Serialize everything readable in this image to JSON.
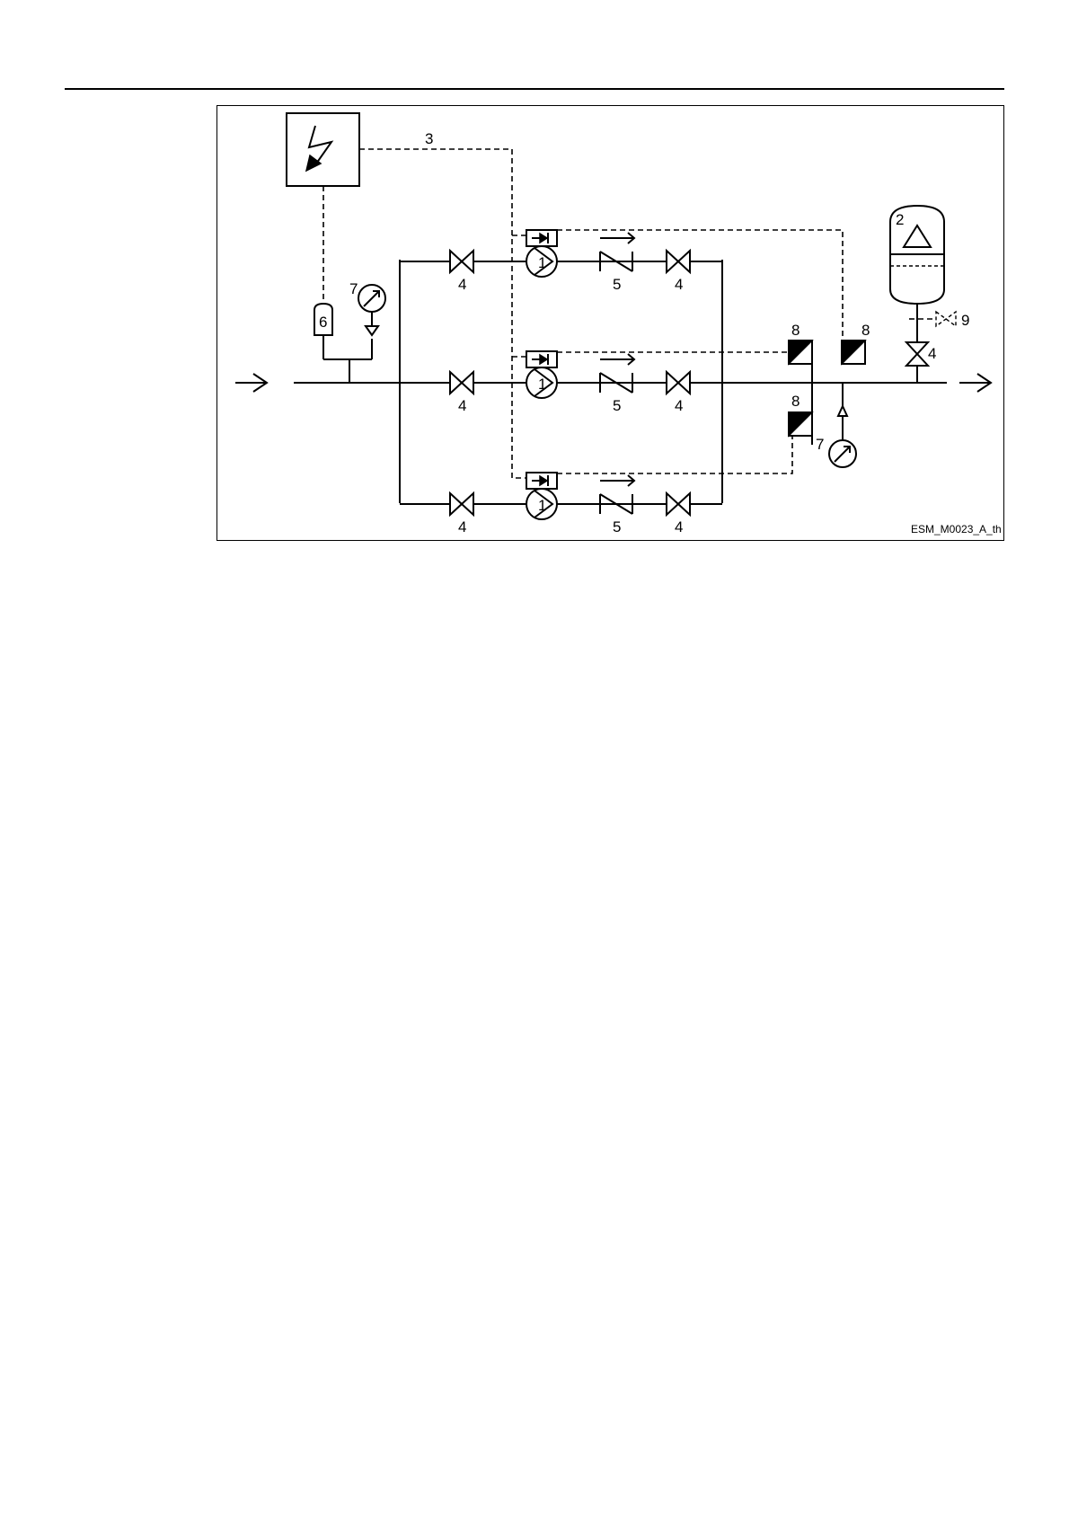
{
  "labels": {
    "pump": "1",
    "tank": "2",
    "control_line": "3",
    "valve": "4",
    "check_valve": "5",
    "low_water": "6",
    "gauge": "7",
    "switch": "8",
    "drain": "9"
  },
  "figure_id": "ESM_M0023_A_th",
  "icons": {
    "controller": "lightning-icon",
    "pump": "pump-icon",
    "gauge": "gauge-icon"
  }
}
